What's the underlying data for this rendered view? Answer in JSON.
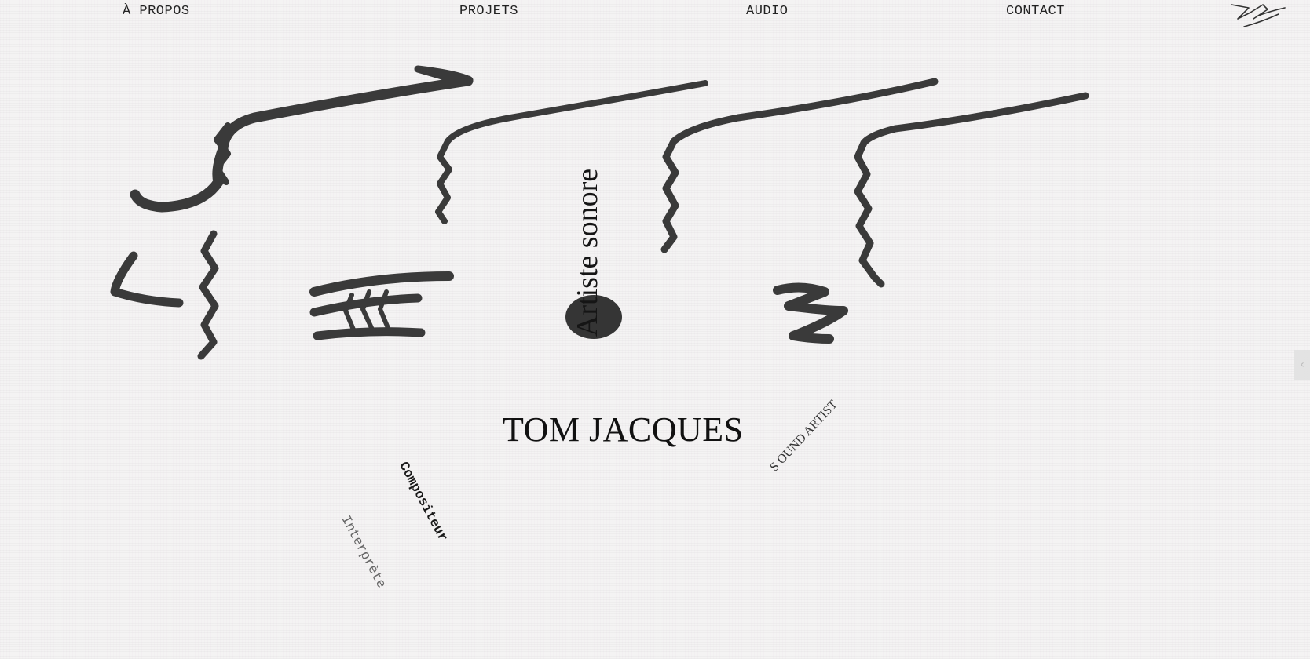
{
  "nav": {
    "items": [
      {
        "label": "À PROPOS"
      },
      {
        "label": "PROJETS"
      },
      {
        "label": "AUDIO"
      },
      {
        "label": "CONTACT"
      }
    ],
    "logo_icon": "signature-scribble-icon"
  },
  "hero": {
    "role": "Artiste sonore",
    "name": "TOM JACQUES",
    "tags": {
      "sound_artist": "S OUND ARTIST",
      "composer": "Compositeur",
      "interpreter": "Interprète"
    },
    "artwork_icon": "handwritten-name-scribble"
  },
  "side_toggle": {
    "glyph": "‹",
    "icon": "chevron-left-icon"
  },
  "colors": {
    "background": "#f4f3f3",
    "ink": "#3a3a3a",
    "text": "#111111"
  }
}
